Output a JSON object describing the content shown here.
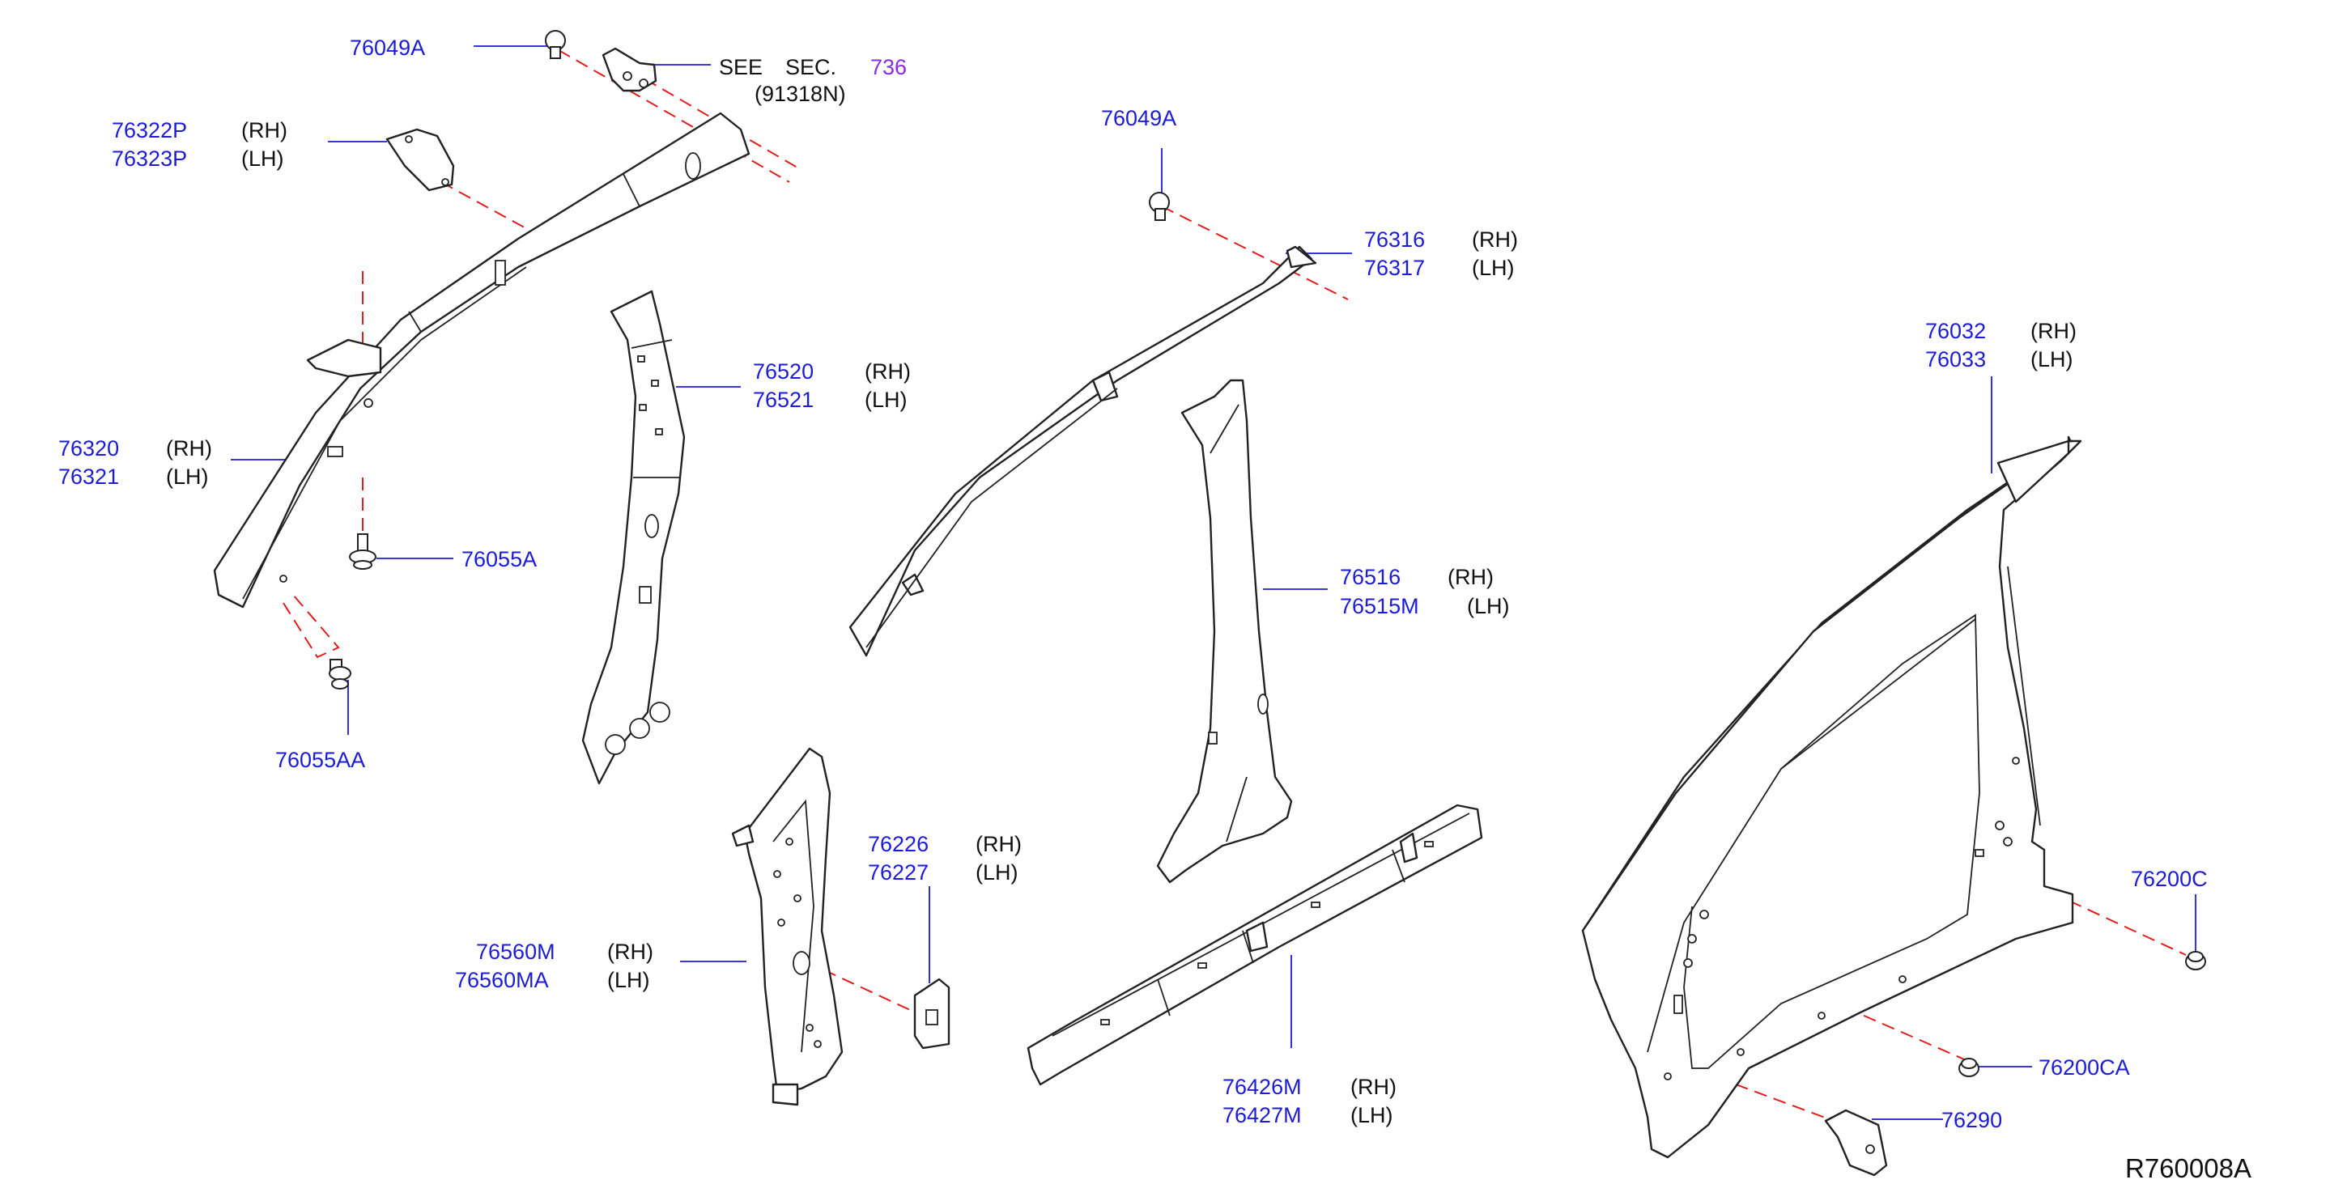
{
  "diagram_code": "R760008A",
  "see_section": {
    "see": "SEE",
    "sec": "SEC.",
    "number": "736",
    "ref": "(91318N)"
  },
  "colors": {
    "part_number": "#1c1cd8",
    "section_link": "#8a2be2",
    "dashed_guide": "#e31c1c",
    "outline": "#222222"
  },
  "labels": {
    "p76049A_left": "76049A",
    "p76322P": "76322P",
    "p76322P_side": "(RH)",
    "p76323P": "76323P",
    "p76323P_side": "(LH)",
    "p76320": "76320",
    "p76320_side": "(RH)",
    "p76321": "76321",
    "p76321_side": "(LH)",
    "p76055A": "76055A",
    "p76055AA": "76055AA",
    "p76520": "76520",
    "p76520_side": "(RH)",
    "p76521": "76521",
    "p76521_side": "(LH)",
    "p76049A_mid": "76049A",
    "p76316": "76316",
    "p76316_side": "(RH)",
    "p76317": "76317",
    "p76317_side": "(LH)",
    "p76516": "76516",
    "p76516_side": "(RH)",
    "p76515M": "76515M",
    "p76515M_side": "(LH)",
    "p76226": "76226",
    "p76226_side": "(RH)",
    "p76227": "76227",
    "p76227_side": "(LH)",
    "p76560M": "76560M",
    "p76560M_side": "(RH)",
    "p76560MA": "76560MA",
    "p76560MA_side": "(LH)",
    "p76426M": "76426M",
    "p76426M_side": "(RH)",
    "p76427M": "76427M",
    "p76427M_side": "(LH)",
    "p76032": "76032",
    "p76032_side": "(RH)",
    "p76033": "76033",
    "p76033_side": "(LH)",
    "p76200C": "76200C",
    "p76200CA": "76200CA",
    "p76290": "76290"
  }
}
